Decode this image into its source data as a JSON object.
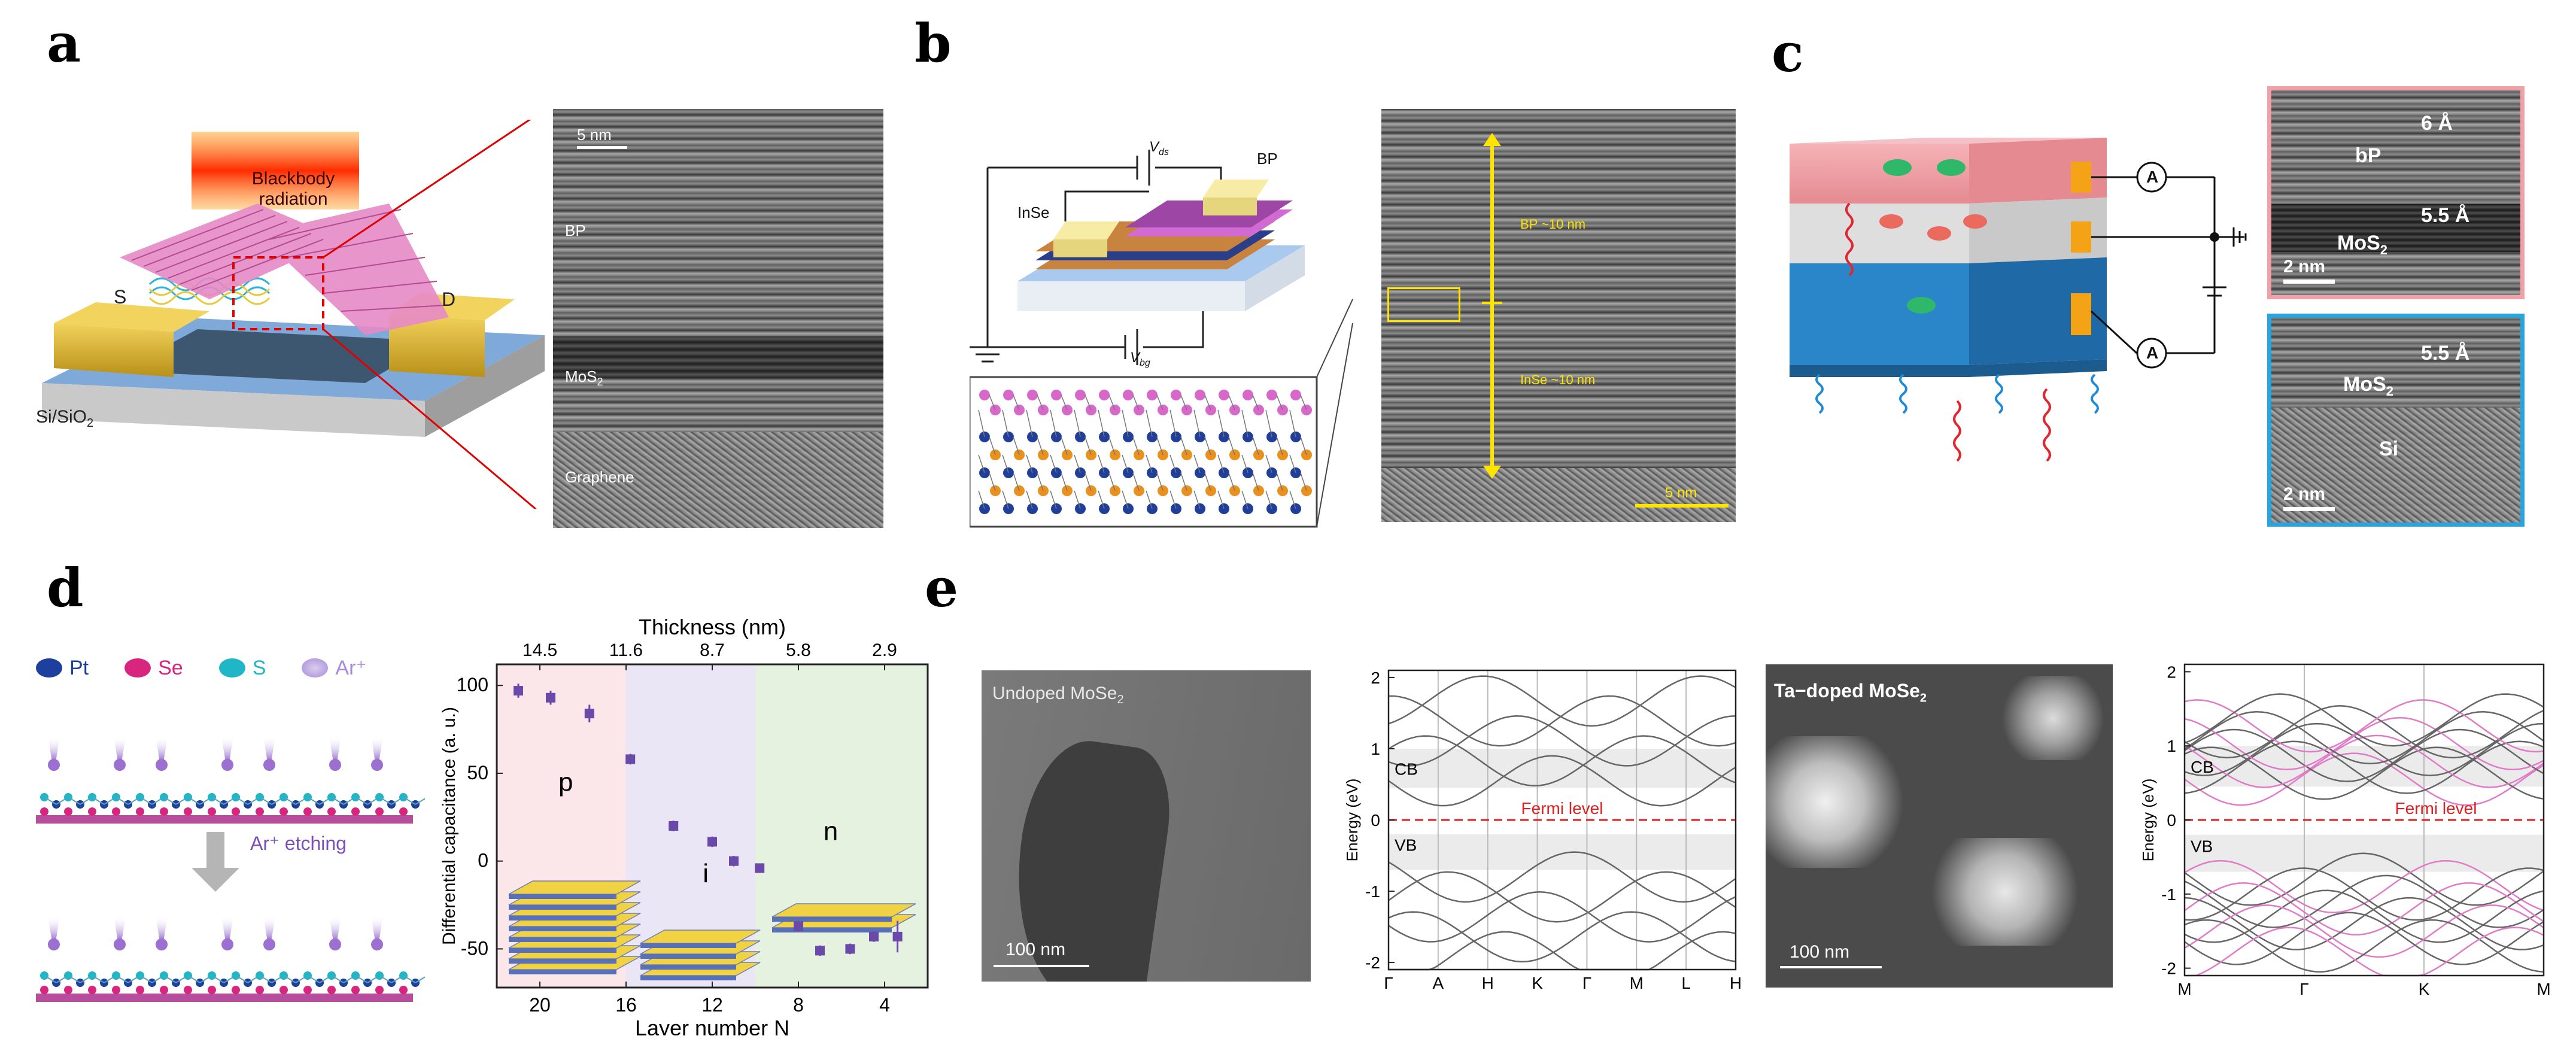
{
  "panel_labels": {
    "a": "a",
    "b": "b",
    "c": "c",
    "d": "d",
    "e": "e"
  },
  "panel_a": {
    "blackbody_line1": "Blackbody",
    "blackbody_line2": "radiation",
    "electrode_s": "S",
    "electrode_d": "D",
    "substrate": "Si/SiO",
    "substrate_sub": "2",
    "tem_scale": "5 nm",
    "tem_bp": "BP",
    "tem_mos2": "MoS",
    "tem_mos2_sub": "2",
    "tem_graphene": "Graphene"
  },
  "panel_b": {
    "vds": "V",
    "vds_sub": "ds",
    "vbg": "V",
    "vbg_sub": "bg",
    "bp": "BP",
    "inse": "InSe",
    "tem_bp": "BP ~10 nm",
    "tem_inse": "InSe ~10 nm",
    "tem_scale": "5 nm"
  },
  "panel_c": {
    "ammeter": "A",
    "tem1_top": "6 Å",
    "tem1_bp": "bP",
    "tem1_mid": "5.5 Å",
    "tem1_mos2": "MoS",
    "tem1_mos2_sub": "2",
    "tem1_scale": "2 nm",
    "tem2_top": "5.5 Å",
    "tem2_mos2": "MoS",
    "tem2_mos2_sub": "2",
    "tem2_si": "Si",
    "tem2_scale": "2 nm"
  },
  "panel_d": {
    "legend": [
      "Pt",
      "Se",
      "S",
      "Ar⁺"
    ],
    "legend_colors": [
      "#1d3f9e",
      "#d8267f",
      "#1fb6c8",
      "#a88bd8"
    ],
    "etching": "Ar⁺ etching"
  },
  "chart_data": [
    {
      "type": "scatter",
      "xlabel": "Layer number N",
      "ylabel": "Differential capacitance (a. u.)",
      "top_axis_label": "Thickness (nm)",
      "top_ticks": [
        "14.5",
        "11.6",
        "8.7",
        "5.8",
        "2.9"
      ],
      "top_tick_layers": [
        20,
        16,
        12,
        8,
        4
      ],
      "x_ticks": [
        20,
        16,
        12,
        8,
        4
      ],
      "y_ticks": [
        100,
        50,
        0,
        -50
      ],
      "xlim": [
        22,
        2
      ],
      "ylim": [
        -72,
        112
      ],
      "regions": [
        {
          "label": "p",
          "from": 22,
          "to": 16,
          "color": "#fbe7ea"
        },
        {
          "label": "i",
          "from": 16,
          "to": 10,
          "color": "#ebe6f6"
        },
        {
          "label": "n",
          "from": 10,
          "to": 2,
          "color": "#e6f2e0"
        }
      ],
      "x": [
        21,
        19.5,
        17.7,
        15.8,
        13.8,
        12,
        11,
        9.8,
        8,
        7,
        5.6,
        4.5,
        3.4
      ],
      "y": [
        97,
        93,
        84,
        58,
        20,
        11,
        0,
        -4,
        -37,
        -51,
        -50,
        -43,
        -43
      ],
      "err": [
        4,
        4,
        5,
        3,
        3,
        3,
        3,
        2,
        3,
        3,
        3,
        3,
        9
      ],
      "marker_color": "#6a4aa8"
    },
    {
      "type": "line",
      "name": "undoped",
      "ylabel": "Energy (eV)",
      "x_ticks": [
        "Γ",
        "A",
        "H",
        "K",
        "Γ",
        "M",
        "L",
        "H"
      ],
      "y_ticks": [
        2,
        1,
        0,
        -1,
        -2
      ],
      "ylim": [
        -2.1,
        2.1
      ],
      "cb_label": "CB",
      "vb_label": "VB",
      "fermi_label": "Fermi level"
    },
    {
      "type": "line",
      "name": "ta-doped",
      "ylabel": "Energy (eV)",
      "x_ticks": [
        "M",
        "Γ",
        "K",
        "M"
      ],
      "y_ticks": [
        2,
        1,
        0,
        -1,
        -2
      ],
      "ylim": [
        -2.1,
        2.1
      ],
      "cb_label": "CB",
      "vb_label": "VB",
      "fermi_label": "Fermi level"
    }
  ],
  "panel_e": {
    "sem1_label": "Undoped MoSe",
    "sem1_sub": "2",
    "sem1_scale": "100 nm",
    "sem2_label": "Ta−doped MoSe",
    "sem2_sub": "2",
    "sem2_scale": "100 nm"
  }
}
